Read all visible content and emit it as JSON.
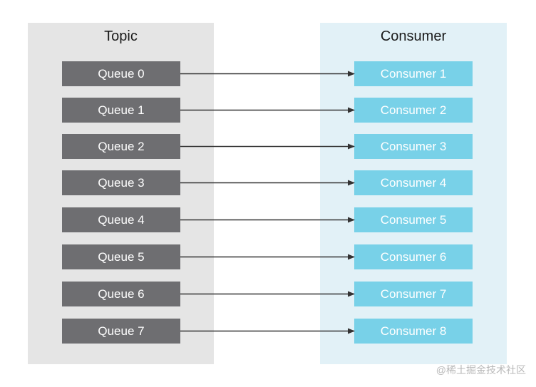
{
  "topic": {
    "title": "Topic",
    "queues": [
      "Queue 0",
      "Queue 1",
      "Queue 2",
      "Queue 3",
      "Queue 4",
      "Queue 5",
      "Queue 6",
      "Queue 7"
    ]
  },
  "consumer_group": {
    "title": "Consumer",
    "consumers": [
      "Consumer 1",
      "Consumer 2",
      "Consumer 3",
      "Consumer 4",
      "Consumer 5",
      "Consumer 6",
      "Consumer 7",
      "Consumer 8"
    ]
  },
  "mappings": [
    {
      "from": 0,
      "to": 0
    },
    {
      "from": 1,
      "to": 1
    },
    {
      "from": 2,
      "to": 2
    },
    {
      "from": 3,
      "to": 3
    },
    {
      "from": 4,
      "to": 4
    },
    {
      "from": 5,
      "to": 5
    },
    {
      "from": 6,
      "to": 6
    },
    {
      "from": 7,
      "to": 7
    }
  ],
  "watermark": "@稀土掘金技术社区",
  "colors": {
    "topic_panel": "#e5e5e5",
    "consumer_panel": "#e2f1f7",
    "queue_box": "#6e6e71",
    "consumer_box": "#78d1e8",
    "arrow": "#333333"
  }
}
